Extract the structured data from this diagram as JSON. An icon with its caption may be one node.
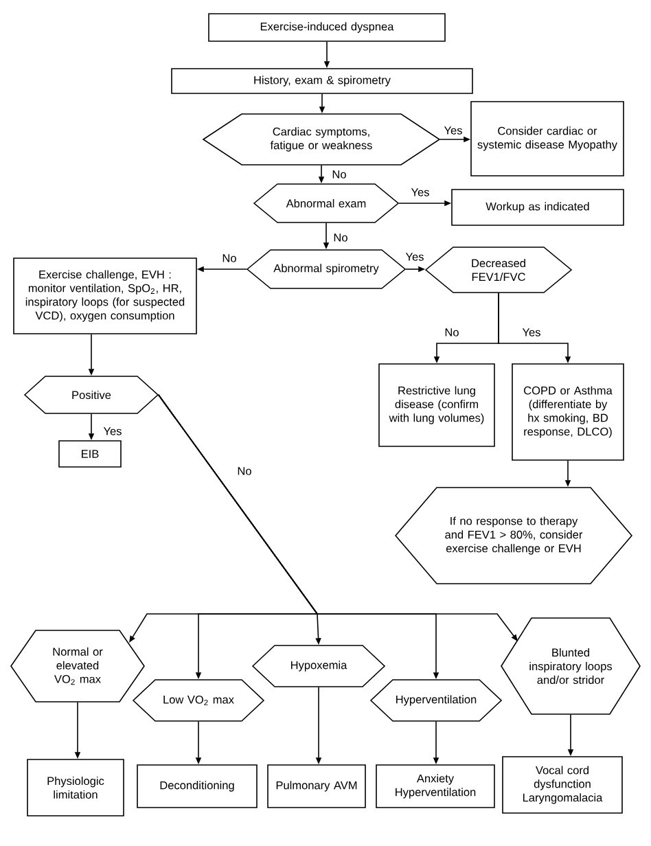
{
  "diagram": {
    "nodes": [
      {
        "text": [
          "Exercise-induced dyspnea"
        ]
      },
      {
        "text": [
          "History, exam & spirometry"
        ]
      },
      {
        "text": [
          "Cardiac symptoms, fatigue or weakness"
        ]
      },
      {
        "text": [
          "Consider cardiac or systemic disease Myopathy"
        ]
      },
      {
        "text": [
          "Abnormal exam"
        ]
      },
      {
        "text": [
          "Workup as indicated"
        ]
      },
      {
        "text": [
          "Abnormal spirometry"
        ]
      },
      {
        "text": [
          "Decreased FEV1/FVC"
        ]
      },
      {
        "text": [
          "Exercise challenge, EVH : monitor ventilation, SpO$_{2}$, HR, inspiratory loops (for suspected VCD), oxygen consumption"
        ]
      },
      {
        "text": [
          "Positive"
        ]
      },
      {
        "text": [
          "EIB"
        ]
      },
      {
        "text": [
          "Restrictive lung disease (confirm with lung volumes)"
        ]
      },
      {
        "text": [
          "COPD or Asthma (differentiate by hx smoking, BD response, DLCO)"
        ]
      },
      {
        "text": [
          "If no response to therapy and FEV1 > 80%, consider exercise challenge or EVH"
        ]
      },
      {
        "text": [
          "Normal or elevated VO$_{2}$ max"
        ]
      },
      {
        "text": [
          "Low VO$_{2}$ max"
        ]
      },
      {
        "text": [
          "Hypoxemia"
        ]
      },
      {
        "text": [
          "Hyperventilation"
        ]
      },
      {
        "text": [
          "Blunted inspiratory loops and/or stridor"
        ]
      },
      {
        "text": [
          "Physiologic limitation"
        ]
      },
      {
        "text": [
          "Deconditioning"
        ]
      },
      {
        "text": [
          "Pulmonary AVM"
        ]
      },
      {
        "text": [
          "Anxiety Hyperventilation"
        ]
      },
      {
        "text": [
          "Vocal cord dysfunction Laryngomalacia"
        ]
      }
    ],
    "edges": [
      {
        "from": 0,
        "to": 1,
        "arrow": "to"
      },
      {
        "from": 1,
        "to": 2,
        "arrow": "to"
      },
      {
        "from": 2,
        "to": 3,
        "arrow": "to",
        "label": "Yes"
      },
      {
        "from": 2,
        "to": 4,
        "arrow": "to",
        "label": "No"
      },
      {
        "from": 4,
        "to": 5,
        "arrow": "to",
        "label": "Yes"
      },
      {
        "from": 4,
        "to": 6,
        "arrow": "to",
        "label": "No"
      },
      {
        "from": 6,
        "to": 8,
        "arrow": "to",
        "label": "No"
      },
      {
        "from": 6,
        "to": 7,
        "arrow": "to",
        "label": "Yes"
      },
      {
        "from": 7,
        "to": 11,
        "arrow": "to",
        "label": "No"
      },
      {
        "from": 7,
        "to": 12,
        "arrow": "to",
        "label": "Yes"
      },
      {
        "from": 8,
        "to": 9,
        "arrow": "to"
      },
      {
        "from": 9,
        "to": 10,
        "arrow": "to",
        "label": "Yes"
      },
      {
        "from": 12,
        "to": 13,
        "arrow": "to"
      },
      {
        "from": 9,
        "to": 14,
        "arrow": "to",
        "label": "No"
      },
      {
        "from": 9,
        "to": 15,
        "arrow": "to"
      },
      {
        "from": 9,
        "to": 16,
        "arrow": "to"
      },
      {
        "from": 9,
        "to": 17,
        "arrow": "to"
      },
      {
        "from": 9,
        "to": 18,
        "arrow": "to"
      },
      {
        "from": 14,
        "to": 19,
        "arrow": "to"
      },
      {
        "from": 15,
        "to": 20,
        "arrow": "to"
      },
      {
        "from": 16,
        "to": 21,
        "arrow": "to"
      },
      {
        "from": 17,
        "to": 22,
        "arrow": "to"
      },
      {
        "from": 18,
        "to": 23,
        "arrow": "to"
      }
    ]
  }
}
